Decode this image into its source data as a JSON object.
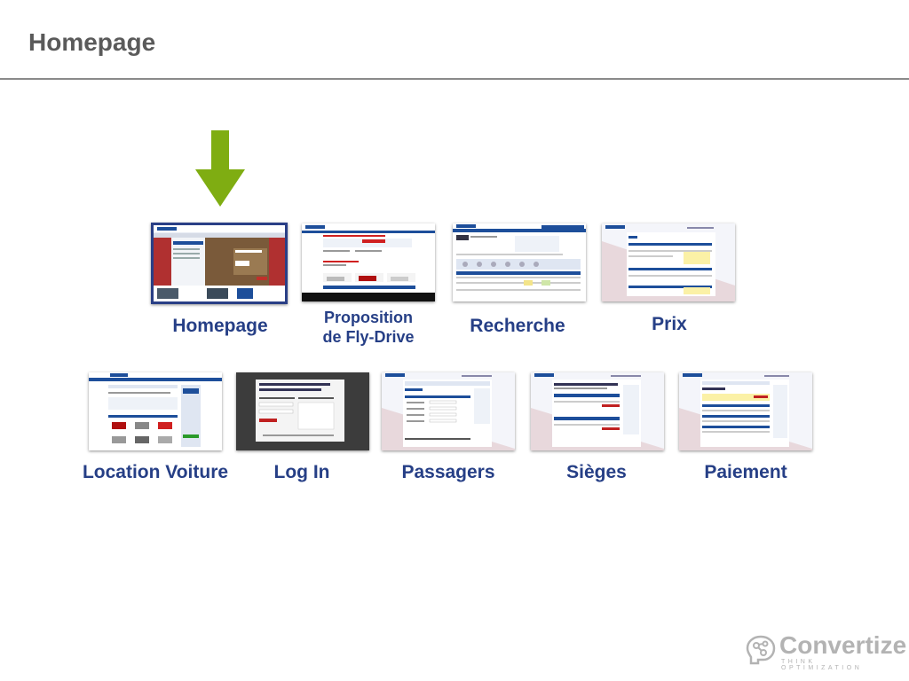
{
  "slide": {
    "title": "Homepage"
  },
  "steps_row1": [
    {
      "label": "Homepage"
    },
    {
      "label_line1": "Proposition",
      "label_line2": "de Fly-Drive"
    },
    {
      "label": "Recherche"
    },
    {
      "label": "Prix"
    }
  ],
  "steps_row2": [
    {
      "label": "Location Voiture"
    },
    {
      "label": "Log In"
    },
    {
      "label": "Passagers"
    },
    {
      "label": "Sièges"
    },
    {
      "label": "Paiement"
    }
  ],
  "logo": {
    "name": "Convertize",
    "tagline": "THINK OPTIMIZATION"
  },
  "colors": {
    "label": "#263f86",
    "arrow": "#7fad12",
    "title": "#5a5a5a",
    "active_border": "#2a3f86"
  }
}
